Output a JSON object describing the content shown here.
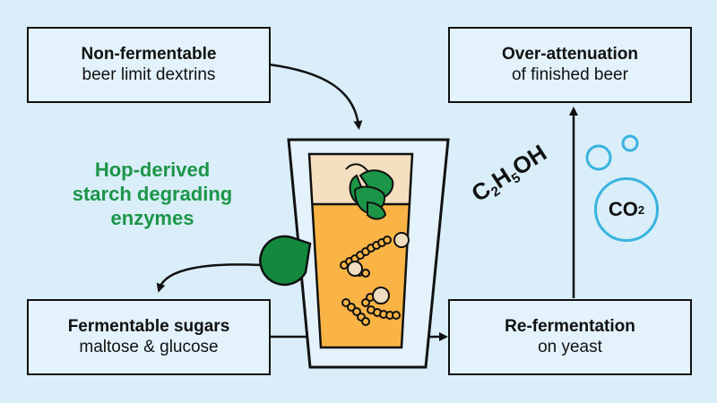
{
  "boxes": {
    "non_fermentable": {
      "title": "Non-fermentable",
      "subtitle": "beer limit dextrins"
    },
    "over_attenuation": {
      "title": "Over-attenuation",
      "subtitle": "of finished beer"
    },
    "fermentable_sugars": {
      "title": "Fermentable sugars",
      "subtitle": "maltose & glucose"
    },
    "re_fermentation": {
      "title": "Re-fermentation",
      "subtitle": "on yeast"
    }
  },
  "hop_label": {
    "line1": "Hop-derived",
    "line2": "starch degrading",
    "line3": "enzymes"
  },
  "ethanol": {
    "c": "C",
    "c_n": "2",
    "h": "H",
    "h_n": "5",
    "oh": "OH"
  },
  "co2": {
    "main": "CO",
    "sub": "2"
  },
  "colors": {
    "background": "#d9eef9",
    "box_fill": "#e3f2fb",
    "beer": "#f9b445",
    "foam": "#f4dfc0",
    "hop_green": "#1c9548",
    "enzyme_green": "#13893e",
    "co2_blue": "#3ab3e0",
    "molecule": "#f0dcc0",
    "outline": "#111111"
  },
  "icons": [
    "hop-cone-icon",
    "pacman-enzyme-icon",
    "dextrin-chain-icon",
    "co2-bubble-icon",
    "beer-glass-icon"
  ]
}
